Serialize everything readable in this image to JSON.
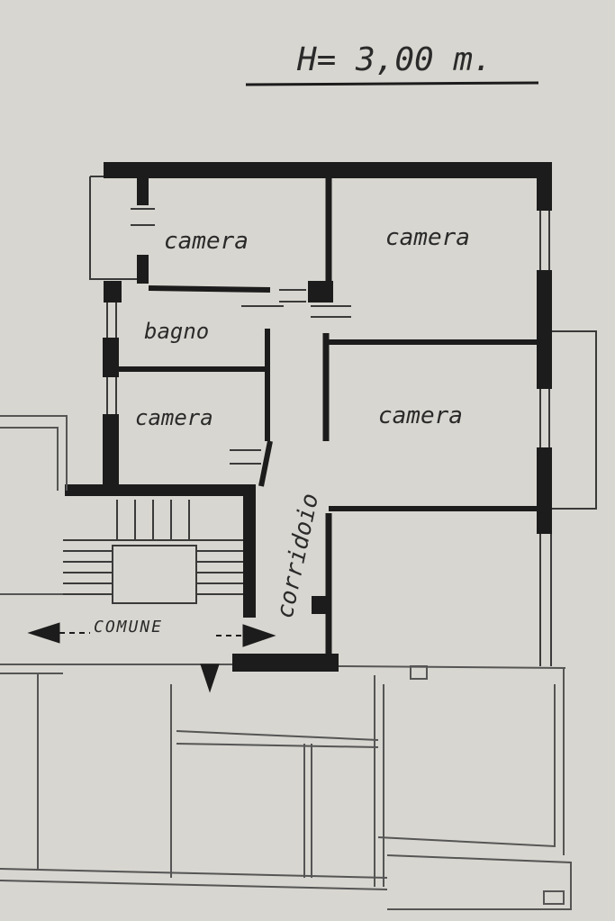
{
  "header": {
    "height_note": "H= 3,00 m."
  },
  "rooms": {
    "camera_top_left": "camera",
    "camera_top_right": "camera",
    "bagno": "bagno",
    "camera_mid_left": "camera",
    "camera_mid_right": "camera",
    "corridoio": "corridoio"
  },
  "common_area": {
    "label": "COMUNE"
  },
  "colors": {
    "paper": "#d8d6d0",
    "wall": "#1c1c1c",
    "thin_line": "#4a4a4a"
  }
}
